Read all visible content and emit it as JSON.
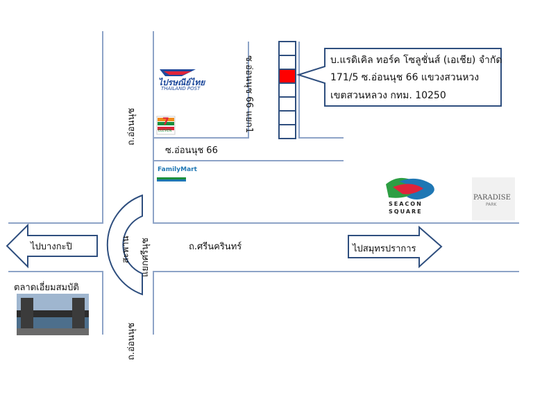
{
  "company_callout": {
    "line1": "บ.แรดิเคิล ทอร์ค โซลูชั่นส์ (เอเชีย) จำกัด",
    "line2": "171/5 ซ.อ่อนนุช 66 แขวงสวนหวง",
    "line3": "เขตสวนหลวง กทม. 10250",
    "marker_color": "#ff0000",
    "accent_color": "#2e4e7e"
  },
  "roads": {
    "on_nut_top": "ถ.อ่อนนุช",
    "on_nut_bottom": "ถ.อ่อนนุช",
    "soi_on_nut_66": "ซ.อ่อนนุช 66",
    "soi_on_nut_66_yaek_1": "ซ.อ่อนนุช 66 แยก1",
    "srinakarin": "ถ.ศรีนครินทร์",
    "bridge": "สะพาน",
    "junction": "แยกศรีนุช"
  },
  "directions": {
    "west_label": "ไปบางกะปิ",
    "east_label": "ไปสมุทรปราการ"
  },
  "landmarks": {
    "thailand_post": {
      "name_th": "ไปรษณีย์ไทย",
      "name_en": "THAILAND POST"
    },
    "seven_eleven": {
      "brand": "7",
      "sub": "ELEVEN"
    },
    "familymart": {
      "brand": "FamilyMart",
      "color": "#1a8f3c"
    },
    "seacon_square": {
      "line1": "SEACON",
      "line2": "SQUARE"
    },
    "paradise_park": {
      "line1": "PARADISE",
      "line2": "PARK"
    },
    "market": {
      "label": "ตลาดเอี่ยมสมบัติ"
    }
  }
}
